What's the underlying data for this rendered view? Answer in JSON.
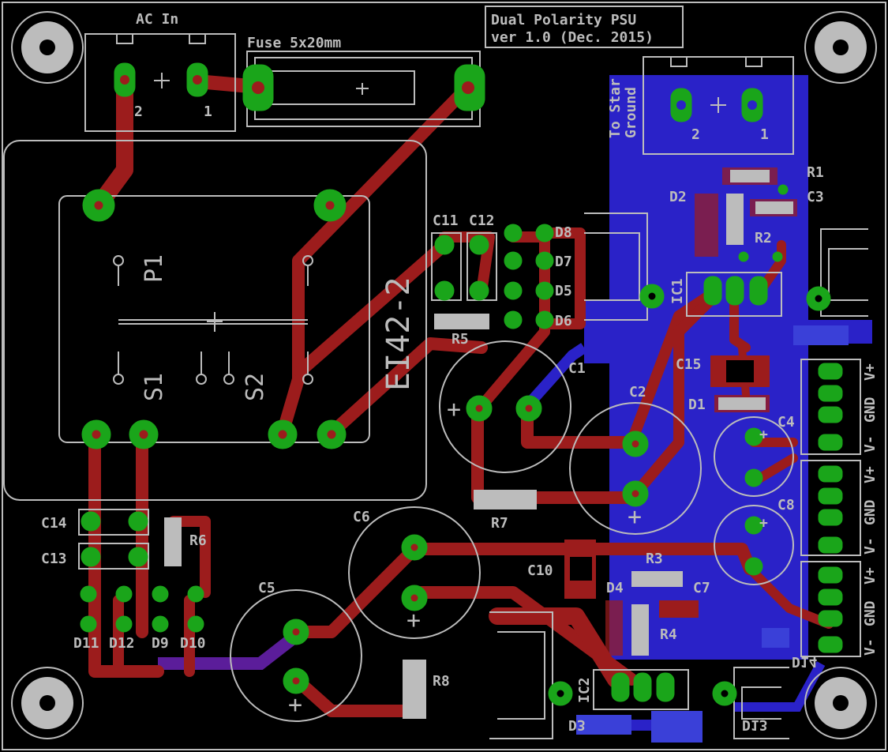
{
  "colors": {
    "background": "#000000",
    "top_copper": "#9c1c1c",
    "bottom_copper": "#2a22c8",
    "silkscreen": "#bcbcbc",
    "pad": "#1aa51a",
    "drill": "#b0b0b0"
  },
  "title_block": {
    "line1": "Dual Polarity PSU",
    "line2": "ver 1.0 (Dec. 2015)"
  },
  "labels": {
    "ac_in": "AC In",
    "fuse": "Fuse 5x20mm",
    "ac_pin2": "2",
    "ac_pin1": "1",
    "star_line1": "To Star",
    "star_line2": "Ground",
    "star_pin2": "2",
    "star_pin1": "1",
    "transformer": "EI42-2",
    "p1": "P1",
    "s1": "S1",
    "s2": "S2"
  },
  "components": {
    "r1": "R1",
    "r2": "R2",
    "r3": "R3",
    "r4": "R4",
    "r5": "R5",
    "r6": "R6",
    "r7": "R7",
    "r8": "R8",
    "c1": "C1",
    "c2": "C2",
    "c3": "C3",
    "c4": "C4",
    "c5": "C5",
    "c6": "C6",
    "c7": "C7",
    "c8": "C8",
    "c10": "C10",
    "c11": "C11",
    "c12": "C12",
    "c13": "C13",
    "c14": "C14",
    "c15": "C15",
    "d1": "D1",
    "d2": "D2",
    "d3": "D3",
    "d4": "D4",
    "d5": "D5",
    "d6": "D6",
    "d7": "D7",
    "d8": "D8",
    "d9": "D9",
    "d10": "D10",
    "d11": "D11",
    "d12": "D12",
    "ic1": "IC1",
    "ic2": "IC2"
  },
  "connectors": {
    "out1": [
      "V+",
      "GND",
      "V-"
    ],
    "out2": [
      "V+",
      "GND",
      "V-"
    ],
    "out3": [
      "V+",
      "GND",
      "V-"
    ]
  },
  "mirrored": {
    "d3": "D3",
    "d13": "D13",
    "d14": "D14"
  },
  "polarity": {
    "plus": "+"
  }
}
